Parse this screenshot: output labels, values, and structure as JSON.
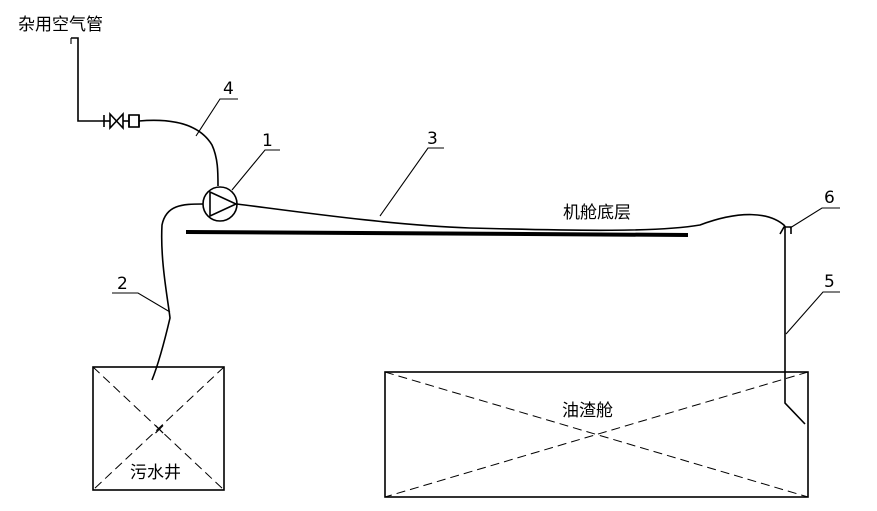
{
  "labels": {
    "air_pipe": "杂用空气管",
    "engine_room_floor": "机舱底层",
    "oil_residue_tank": "油渣舱",
    "bilge_well": "污水井"
  },
  "callouts": {
    "n1": "1",
    "n2": "2",
    "n3": "3",
    "n4": "4",
    "n5": "5",
    "n6": "6"
  },
  "small_mark": "×",
  "icons": {
    "valve": "valve-icon",
    "pump": "pump-icon"
  }
}
